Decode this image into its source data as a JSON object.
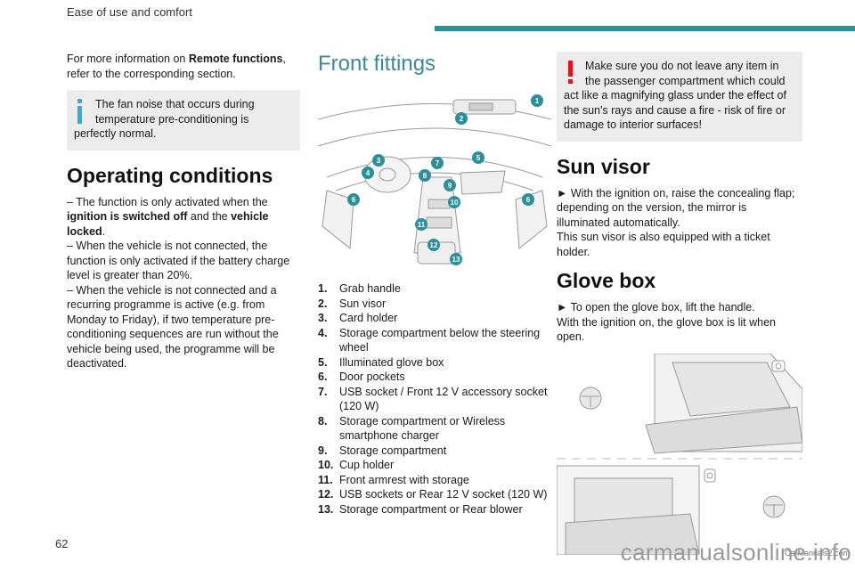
{
  "header": {
    "title": "Ease of use and comfort",
    "accent_color": "#2d8f9a"
  },
  "page_number": "62",
  "watermark": {
    "text": "carmanualsonline.info",
    "small": "CarManuals2.com"
  },
  "col1": {
    "intro_prefix": "For more information on ",
    "intro_bold": "Remote functions",
    "intro_suffix": ", refer to the corresponding section.",
    "info_note": "The fan noise that occurs during temperature pre-conditioning is perfectly normal.",
    "heading": "Operating conditions",
    "cond1_a": "– The function is only activated when the ",
    "cond1_b": "ignition is switched off",
    "cond1_c": " and the ",
    "cond1_d": "vehicle locked",
    "cond1_e": ".",
    "cond2": "– When the vehicle is not connected, the function is only activated if the battery charge level is greater than 20%.",
    "cond3": "– When the vehicle is not connected and a recurring programme is active (e.g. from Monday to Friday), if two temperature pre-conditioning sequences are run without the vehicle being used, the programme will be deactivated."
  },
  "col2": {
    "heading": "Front fittings",
    "callouts": [
      "1",
      "2",
      "3",
      "4",
      "5",
      "6",
      "7",
      "8",
      "9",
      "10",
      "11",
      "12",
      "13",
      "6"
    ],
    "items": [
      {
        "num": "1.",
        "text": "Grab handle"
      },
      {
        "num": "2.",
        "text": "Sun visor"
      },
      {
        "num": "3.",
        "text": "Card holder"
      },
      {
        "num": "4.",
        "text": "Storage compartment below the steering wheel"
      },
      {
        "num": "5.",
        "text": "Illuminated glove box"
      },
      {
        "num": "6.",
        "text": "Door pockets"
      },
      {
        "num": "7.",
        "text": "USB socket / Front 12 V accessory socket (120 W)"
      },
      {
        "num": "8.",
        "text": "Storage compartment or Wireless smartphone charger"
      },
      {
        "num": "9.",
        "text": "Storage compartment"
      },
      {
        "num": "10.",
        "text": "Cup holder"
      },
      {
        "num": "11.",
        "text": "Front armrest with storage"
      },
      {
        "num": "12.",
        "text": "USB sockets or Rear 12 V socket (120 W)"
      },
      {
        "num": "13.",
        "text": "Storage compartment or Rear blower"
      }
    ]
  },
  "col3": {
    "warning": "Make sure you do not leave any item in the passenger compartment which could act like a magnifying glass under the effect of the sun's rays and cause a fire - risk of fire or damage to interior surfaces!",
    "sun_visor_heading": "Sun visor",
    "sun_visor_text1": "► With the ignition on, raise the concealing flap; depending on the version, the mirror is illuminated automatically.",
    "sun_visor_text2": "This sun visor is also equipped with a ticket holder.",
    "glove_heading": "Glove box",
    "glove_text1": "► To open the glove box, lift the handle.",
    "glove_text2": "With the ignition on, the glove box is lit when open."
  }
}
